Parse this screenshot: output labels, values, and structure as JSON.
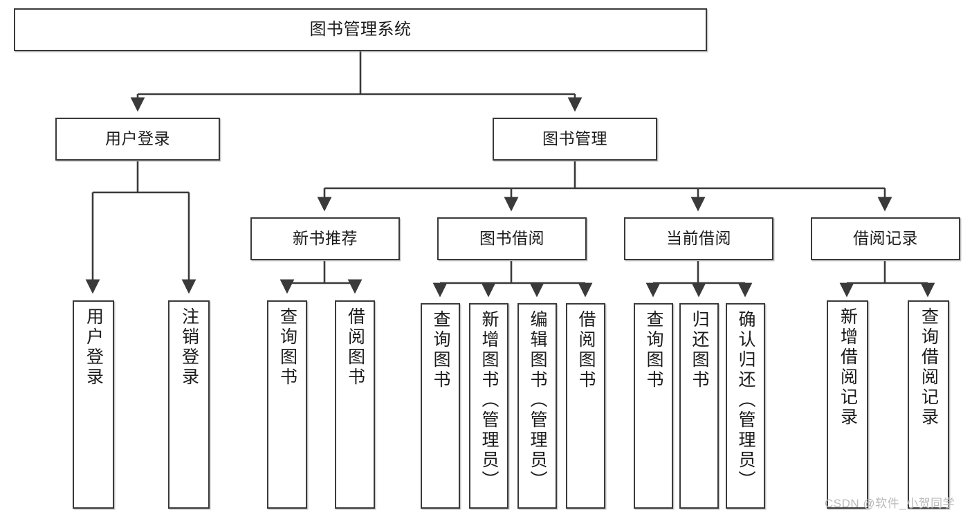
{
  "diagram": {
    "type": "tree-hierarchy-chart",
    "root": {
      "label": "图书管理系统"
    },
    "level2": [
      {
        "id": "user-login",
        "label": "用户登录"
      },
      {
        "id": "book-management",
        "label": "图书管理"
      }
    ],
    "level3": [
      {
        "id": "new-book-recommend",
        "label": "新书推荐",
        "parent": "book-management"
      },
      {
        "id": "book-borrow",
        "label": "图书借阅",
        "parent": "book-management"
      },
      {
        "id": "current-borrow",
        "label": "当前借阅",
        "parent": "book-management"
      },
      {
        "id": "borrow-record",
        "label": "借阅记录",
        "parent": "book-management"
      }
    ],
    "leaves": [
      {
        "id": "leaf-user-login",
        "label": "用户登录",
        "parent": "user-login"
      },
      {
        "id": "leaf-logout-login",
        "label": "注销登录",
        "parent": "user-login"
      },
      {
        "id": "leaf-query-book-1",
        "label": "查询图书",
        "parent": "new-book-recommend"
      },
      {
        "id": "leaf-borrow-book-1",
        "label": "借阅图书",
        "parent": "new-book-recommend"
      },
      {
        "id": "leaf-query-book-2",
        "label": "查询图书",
        "parent": "book-borrow"
      },
      {
        "id": "leaf-add-book",
        "label": "新增图书（管理员）",
        "parent": "book-borrow"
      },
      {
        "id": "leaf-edit-book",
        "label": "编辑图书（管理员）",
        "parent": "book-borrow"
      },
      {
        "id": "leaf-borrow-book-2",
        "label": "借阅图书",
        "parent": "book-borrow"
      },
      {
        "id": "leaf-query-book-3",
        "label": "查询图书",
        "parent": "current-borrow"
      },
      {
        "id": "leaf-return-book",
        "label": "归还图书",
        "parent": "current-borrow"
      },
      {
        "id": "leaf-confirm-return",
        "label": "确认归还（管理员）",
        "parent": "current-borrow"
      },
      {
        "id": "leaf-add-record",
        "label": "新增借阅记录",
        "parent": "borrow-record"
      },
      {
        "id": "leaf-query-record",
        "label": "查询借阅记录",
        "parent": "borrow-record"
      }
    ]
  },
  "watermark": {
    "text": "CSDN @软件_小贺同学"
  },
  "colors": {
    "stroke": "#3a3a3a",
    "box_fill": "#ffffff",
    "text": "#1b1b1b",
    "watermark": "#b9b9b9",
    "background": "#ffffff"
  }
}
